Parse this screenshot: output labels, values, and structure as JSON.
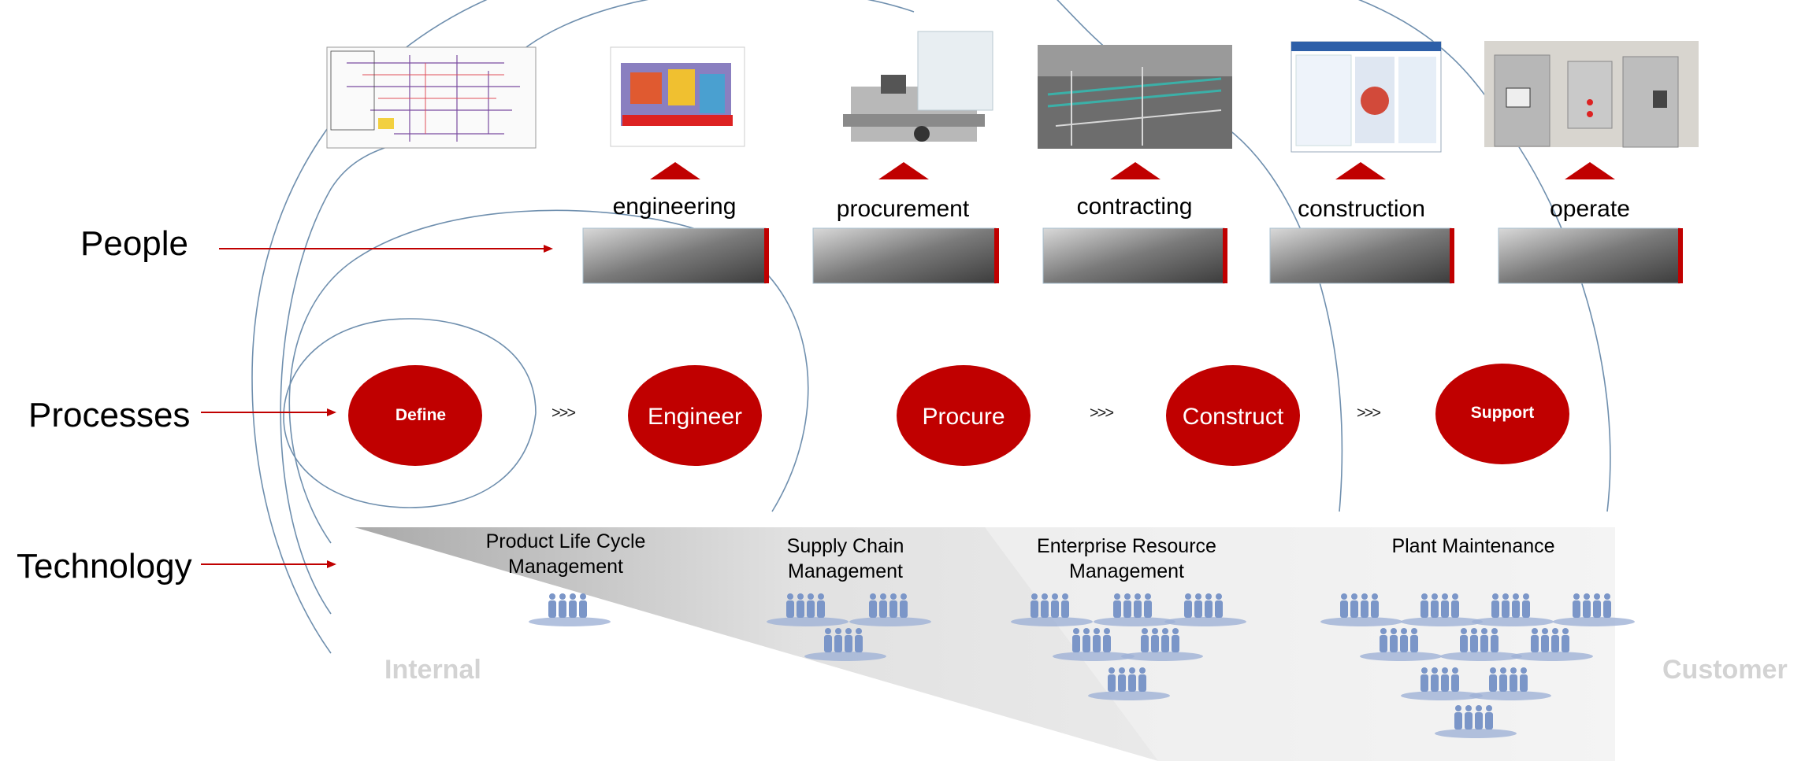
{
  "row_labels": {
    "people": "People",
    "processes": "Processes",
    "technology": "Technology"
  },
  "stages": [
    {
      "label": "engineering"
    },
    {
      "label": "procurement"
    },
    {
      "label": "contracting"
    },
    {
      "label": "construction"
    },
    {
      "label": "operate"
    }
  ],
  "processes": [
    {
      "label": "Define"
    },
    {
      "label": "Engineer"
    },
    {
      "label": "Procure"
    },
    {
      "label": "Construct"
    },
    {
      "label": "Support"
    }
  ],
  "separator": ">>>",
  "technology": [
    {
      "label": "Product Life Cycle Management"
    },
    {
      "label": "Supply Chain Management"
    },
    {
      "label": "Enterprise Resource Management"
    },
    {
      "label": "Plant Maintenance"
    }
  ],
  "edges": {
    "left": "Internal",
    "right": "Customer"
  },
  "colors": {
    "accent_red": "#c00000",
    "people_blue": "#7b96c8",
    "curve_blue": "#6f8fae",
    "edge_gray": "#d3d3d3"
  }
}
